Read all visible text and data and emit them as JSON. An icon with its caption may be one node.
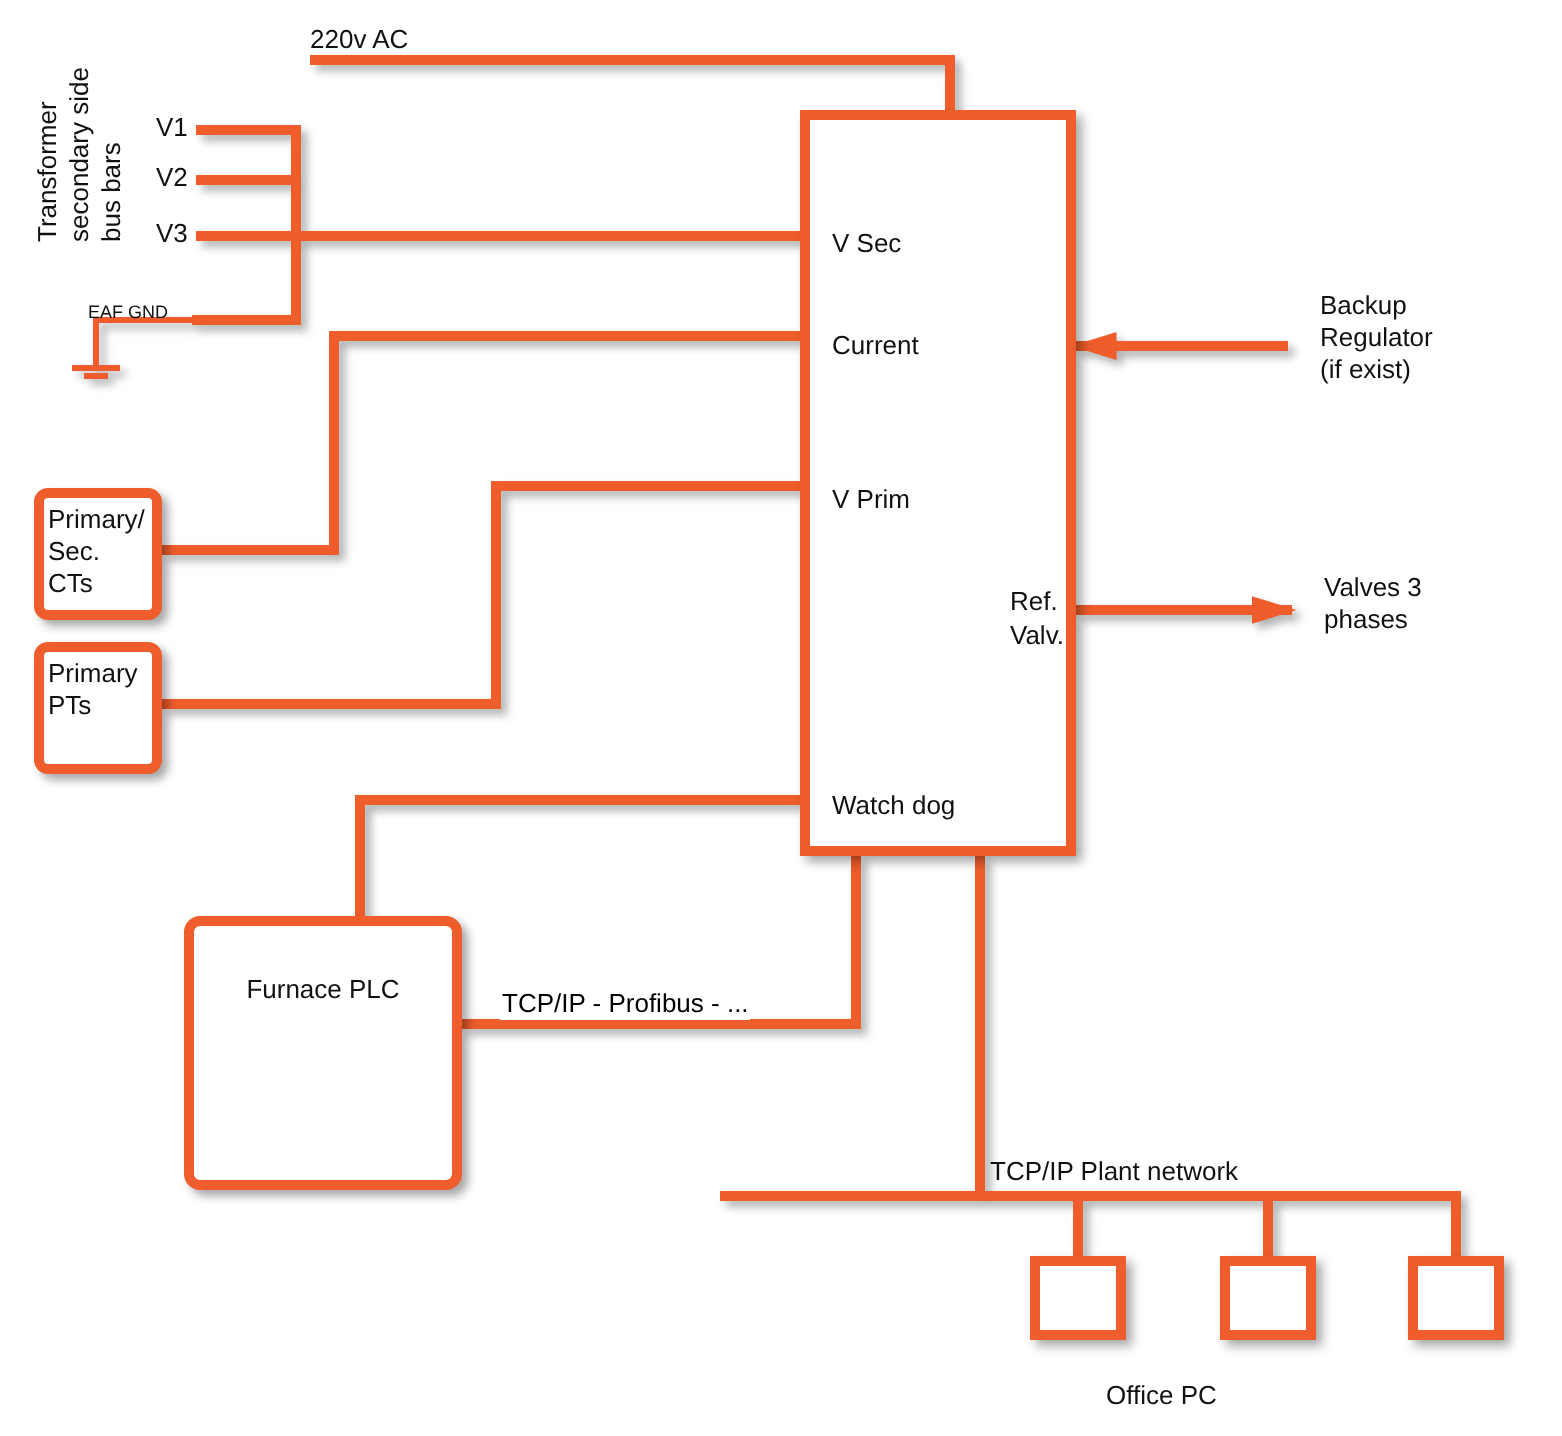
{
  "diagram": {
    "nodes": [
      {
        "text": [
          "V Sec",
          "Current",
          "V Prim",
          "Ref. Valv.",
          "Watch dog"
        ]
      },
      {
        "text": [
          "220v AC"
        ]
      },
      {
        "text": [
          "V1"
        ]
      },
      {
        "text": [
          "V2"
        ]
      },
      {
        "text": [
          "V3"
        ]
      },
      {
        "text": [
          "EAF GND"
        ]
      },
      {
        "text": [
          "Primary/ Sec. CTs"
        ]
      },
      {
        "text": [
          "Primary PTs"
        ]
      },
      {
        "text": [
          "Backup Regulator (if exist)"
        ]
      },
      {
        "text": [
          "Valves 3 phases"
        ]
      },
      {
        "text": [
          "Furnace PLC"
        ]
      },
      {
        "text": [],
        "shape": "box"
      },
      {
        "text": [],
        "shape": "box"
      },
      {
        "text": [],
        "shape": "box"
      }
    ],
    "edges": [
      {
        "from": 1,
        "to": 0,
        "arrow": "none"
      },
      {
        "from": 2,
        "to": 0,
        "arrow": "none"
      },
      {
        "from": 3,
        "to": 0,
        "arrow": "none"
      },
      {
        "from": 4,
        "to": 0,
        "arrow": "none"
      },
      {
        "from": 5,
        "to": 0,
        "arrow": "none"
      },
      {
        "from": 6,
        "to": 0,
        "arrow": "none"
      },
      {
        "from": 7,
        "to": 0,
        "arrow": "none"
      },
      {
        "from": 8,
        "to": 0,
        "arrow": "to"
      },
      {
        "from": 0,
        "to": 9,
        "arrow": "to"
      },
      {
        "from": 10,
        "to": 0,
        "arrow": "none"
      },
      {
        "from": 10,
        "to": 0,
        "arrow": "none",
        "label": "TCP/IP - Profibus - ..."
      },
      {
        "from": 0,
        "to": 11,
        "arrow": "none"
      },
      {
        "from": 0,
        "to": 12,
        "arrow": "none"
      },
      {
        "from": 0,
        "to": 13,
        "arrow": "none"
      }
    ],
    "labels": [
      "Transformer secondary side bus bars",
      "TCP/IP Plant network",
      "Office PC"
    ]
  }
}
